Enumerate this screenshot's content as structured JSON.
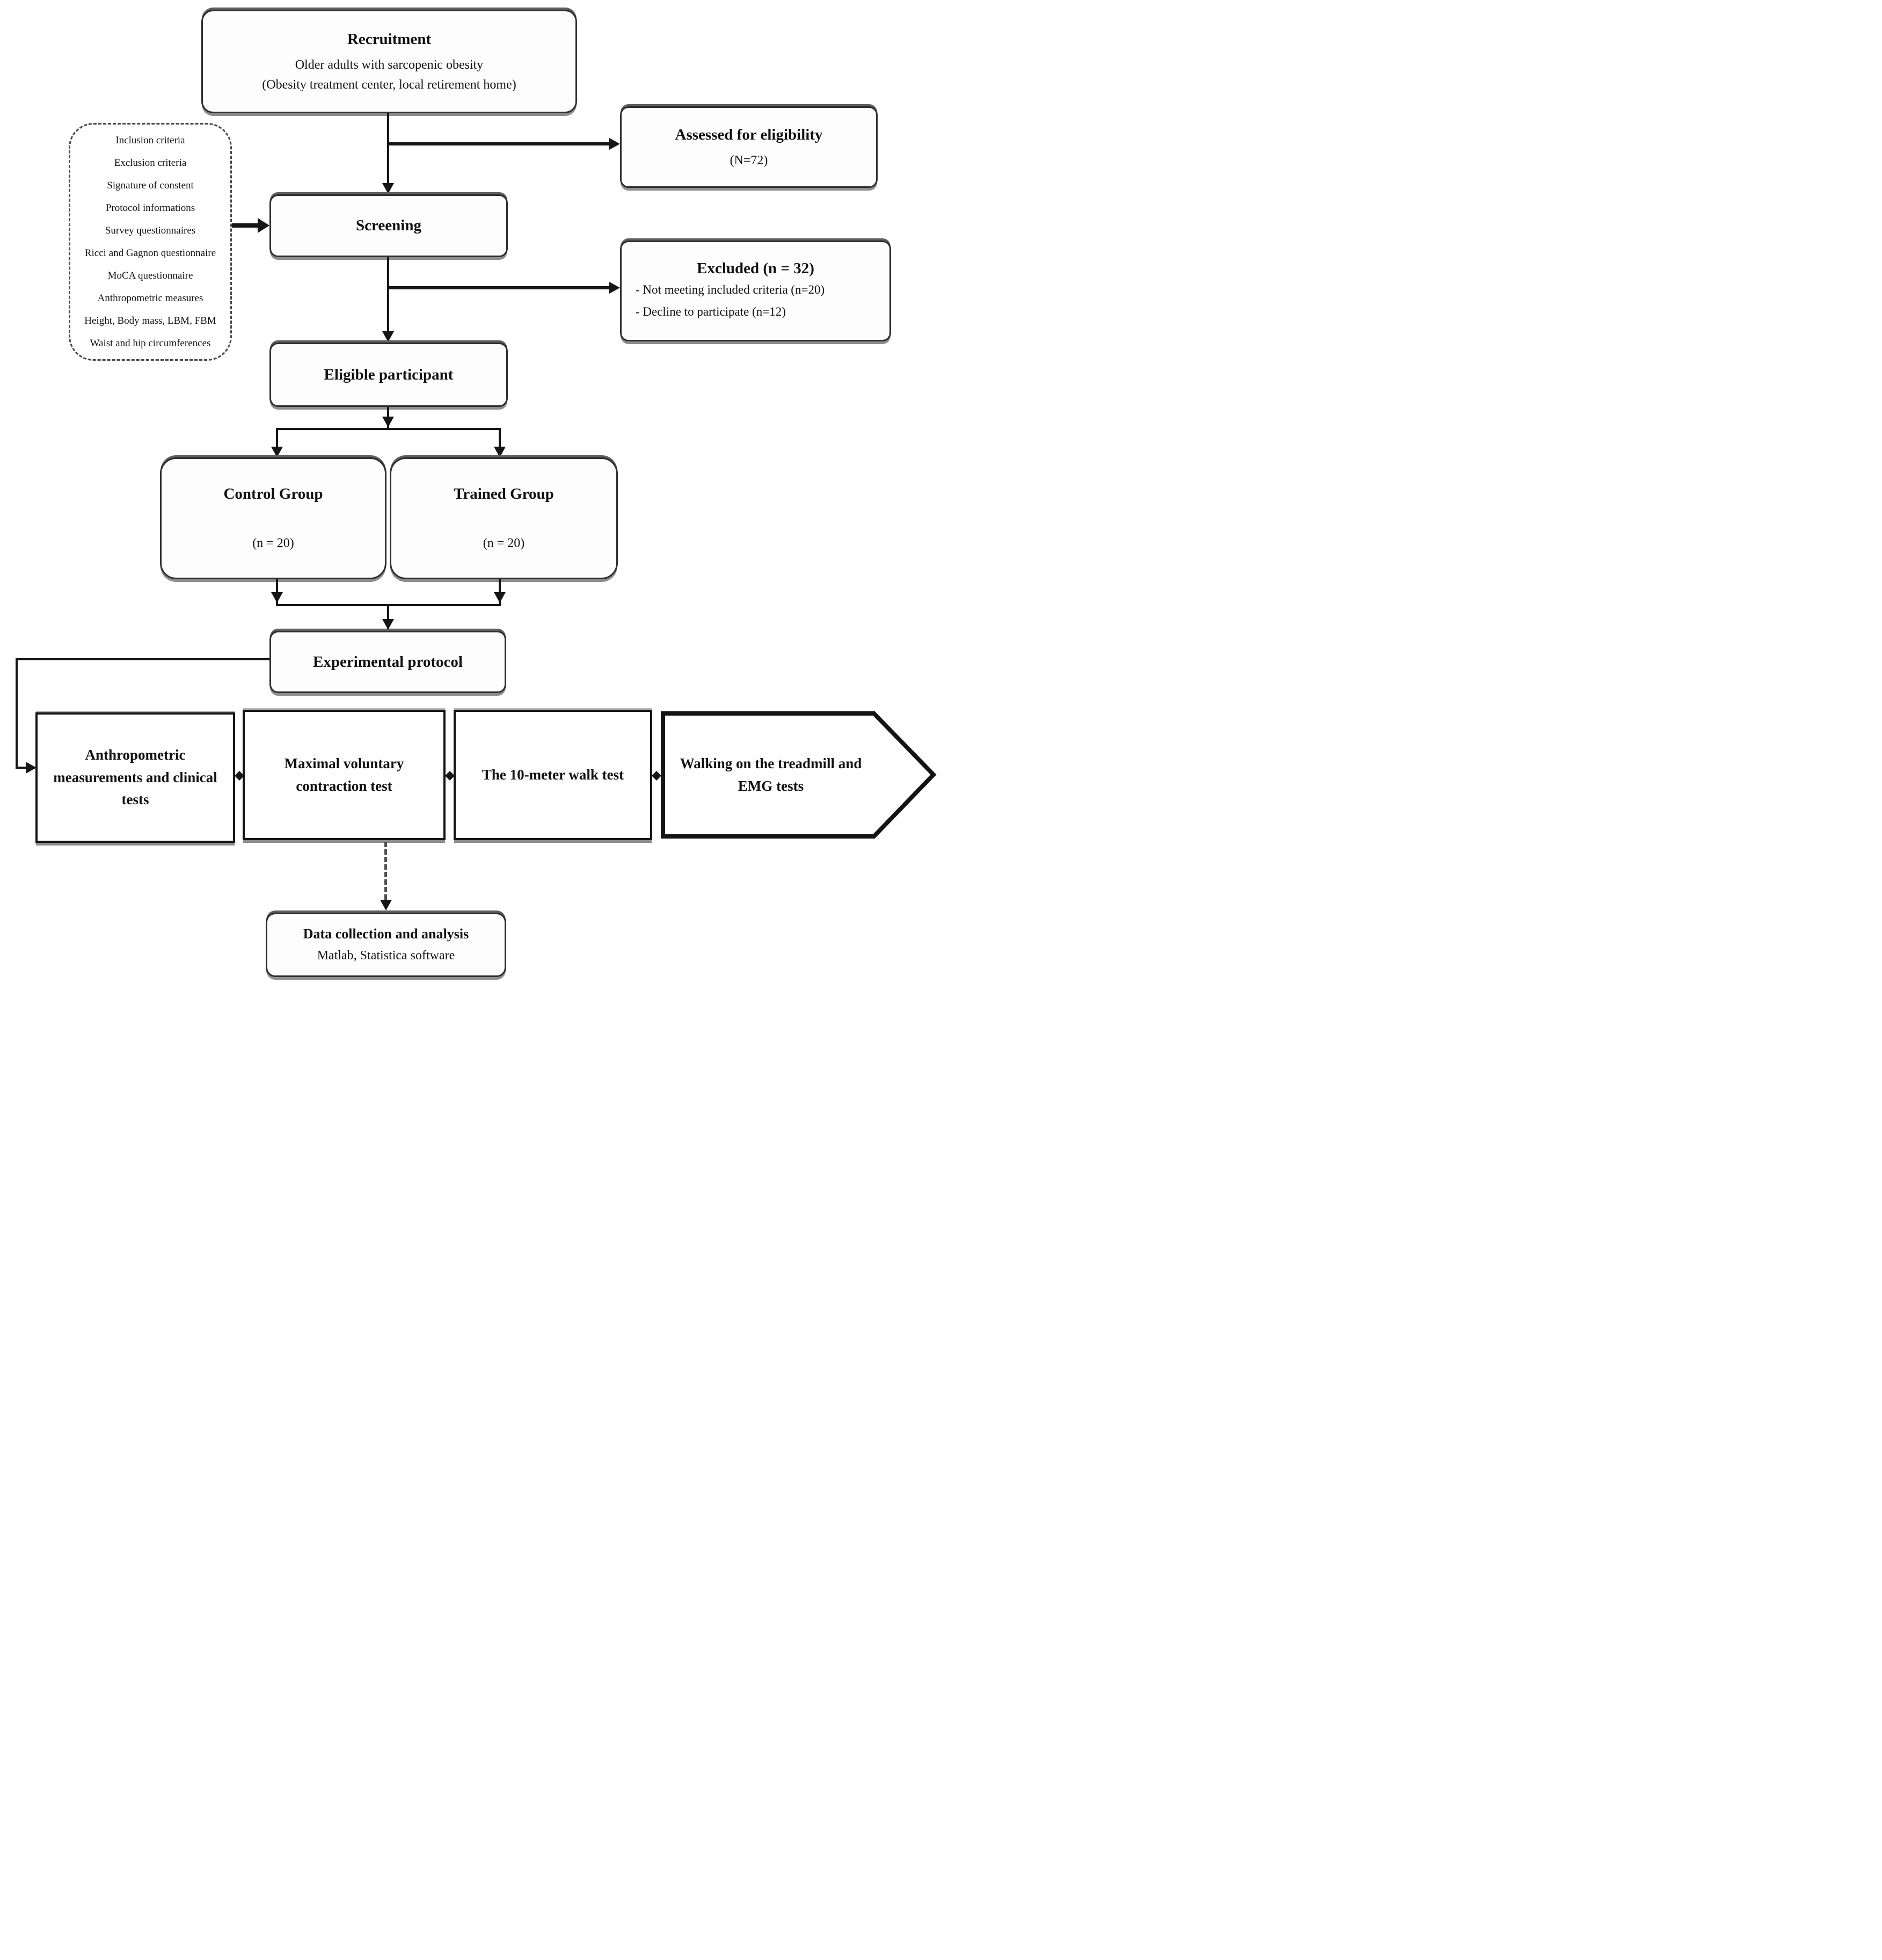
{
  "palette": {
    "ink": "#161616",
    "shadow": "#8d8d8d",
    "background": "#ffffff"
  },
  "flowchart": {
    "recruitment": {
      "title": "Recruitment",
      "line1": "Older adults with sarcopenic obesity",
      "line2": "(Obesity treatment center, local retirement home)"
    },
    "assessed": {
      "title": "Assessed for eligibility",
      "n": "(N=72)"
    },
    "criteria_note": {
      "lines": [
        "Inclusion criteria",
        "Exclusion criteria",
        "Signature of constent",
        "Protocol informations",
        "Survey questionnaires",
        "Ricci and Gagnon questionnaire",
        "MoCA questionnaire",
        "Anthropometric measures",
        "Height, Body mass, LBM, FBM",
        "Waist and hip circumferences"
      ]
    },
    "screening": {
      "title": "Screening"
    },
    "excluded": {
      "title": "Excluded (n = 32)",
      "items": [
        "- Not meeting included criteria (n=20)",
        "- Decline to participate (n=12)"
      ]
    },
    "eligible": {
      "title": "Eligible participant"
    },
    "control_group": {
      "title": "Control Group",
      "n": "(n = 20)"
    },
    "trained_group": {
      "title": "Trained Group",
      "n": "(n = 20)"
    },
    "experimental_protocol": {
      "title": "Experimental protocol"
    },
    "protocol_steps": [
      {
        "title": "Anthropometric measurements and clinical tests"
      },
      {
        "title": "Maximal voluntary contraction test"
      },
      {
        "title": "The 10-meter walk test"
      },
      {
        "title": "Walking on the treadmill and EMG tests"
      }
    ],
    "data_collection": {
      "title": "Data collection and analysis",
      "subtitle": "Matlab, Statistica software"
    }
  }
}
